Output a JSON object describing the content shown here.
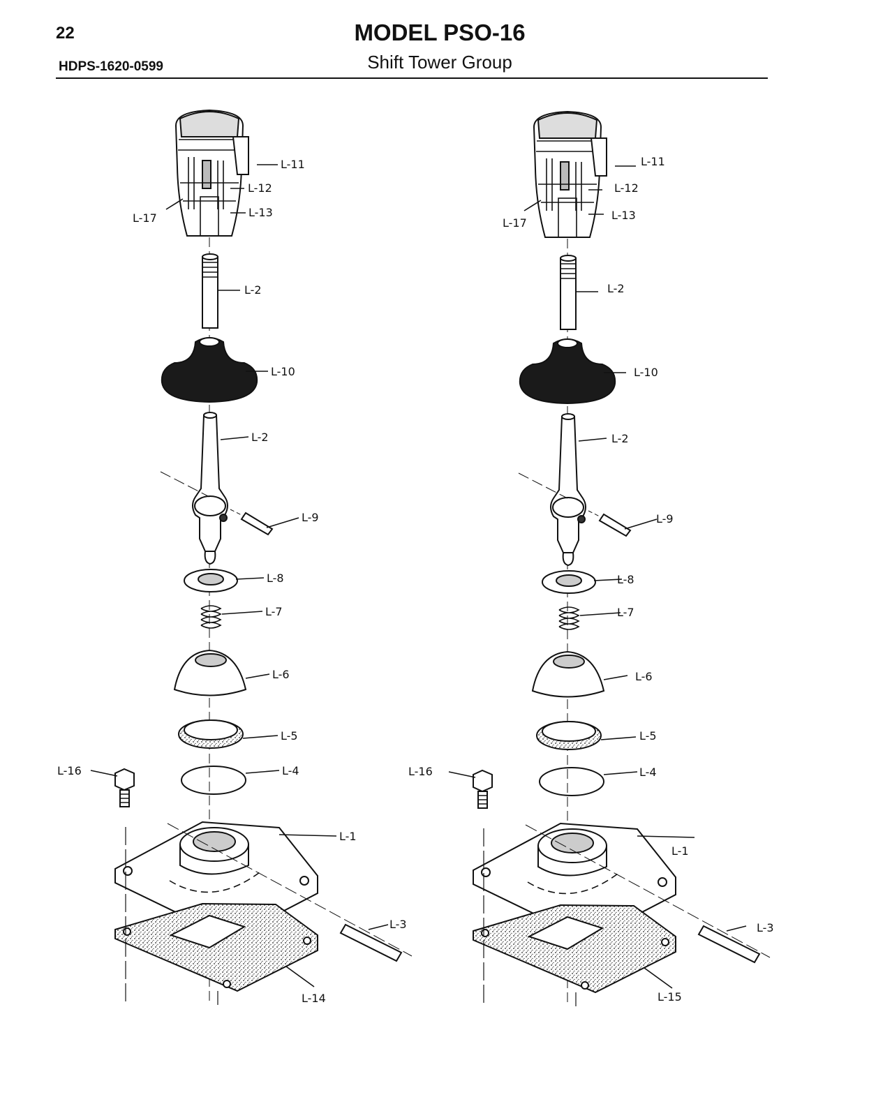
{
  "header": {
    "page_number": "22",
    "doc_code": "HDPS-1620-0599",
    "model_title": "MODEL PSO-16",
    "group_title": "Shift Tower Group"
  },
  "callouts": {
    "left": [
      "L-11",
      "L-12",
      "L-13",
      "L-17",
      "L-2",
      "L-10",
      "L-2",
      "L-9",
      "L-8",
      "L-7",
      "L-6",
      "L-5",
      "L-4",
      "L-16",
      "L-1",
      "L-3",
      "L-14"
    ],
    "right": [
      "L-11",
      "L-12",
      "L-13",
      "L-17",
      "L-2",
      "L-10",
      "L-2",
      "L-9",
      "L-8",
      "L-7",
      "L-6",
      "L-5",
      "L-4",
      "L-16",
      "L-1",
      "L-3",
      "L-15"
    ]
  }
}
